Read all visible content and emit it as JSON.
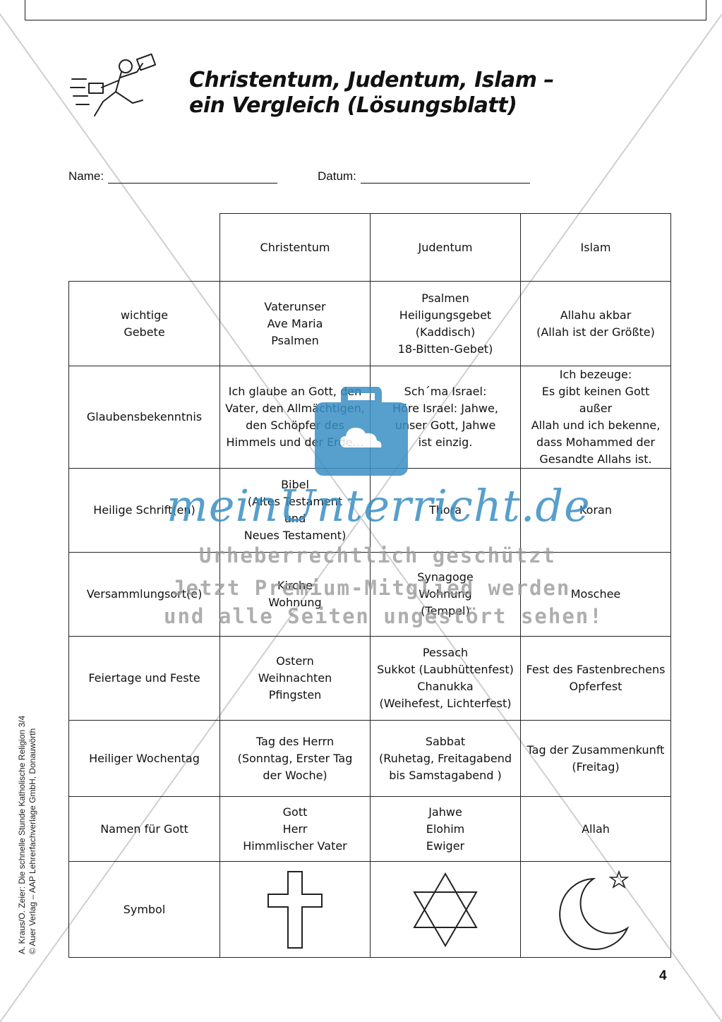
{
  "title": {
    "line1": "Christentum, Judentum, Islam –",
    "line2": "ein Vergleich (Lösungsblatt)"
  },
  "fields": {
    "name_label": "Name:",
    "date_label": "Datum:"
  },
  "table": {
    "columns": [
      "Christentum",
      "Judentum",
      "Islam"
    ],
    "rows": [
      {
        "label": "wichtige\nGebete",
        "christentum": "Vaterunser\nAve Maria\nPsalmen",
        "judentum": "Psalmen\nHeiligungsgebet\n(Kaddisch)\n18-Bitten-Gebet)",
        "islam": "Allahu akbar\n(Allah ist der Größte)"
      },
      {
        "label": "Glaubensbekenntnis",
        "christentum": "Ich glaube an Gott, den\nVater, den Allmächtigen,\nden Schöpfer des\nHimmels und der Erde…",
        "judentum": "Sch´ma Israel:\nHöre Israel: Jahwe,\nunser Gott, Jahwe\nist einzig.",
        "islam": "Ich bezeuge:\nEs gibt keinen Gott außer\nAllah und ich bekenne,\ndass Mohammed der\nGesandte Allahs ist."
      },
      {
        "label": "Heilige Schrift(en)",
        "christentum": "Bibel\n(Altes Testament\nund\nNeues Testament)",
        "judentum": "Thora",
        "islam": "Koran"
      },
      {
        "label": "Versammlungsort(e)",
        "christentum": "Kirche\nWohnung",
        "judentum": "Synagoge\nWohnung\n(Tempel)",
        "islam": "Moschee"
      },
      {
        "label": "Feiertage und Feste",
        "christentum": "Ostern\nWeihnachten\nPfingsten",
        "judentum": "Pessach\nSukkot (Laubhüttenfest)\nChanukka\n(Weihefest, Lichterfest)",
        "islam": "Fest des Fastenbrechens\nOpferfest"
      },
      {
        "label": "Heiliger Wochentag",
        "christentum": "Tag des Herrn\n(Sonntag, Erster Tag\nder Woche)",
        "judentum": "Sabbat\n(Ruhetag, Freitagabend\nbis Samstagabend )",
        "islam": "Tag der Zusammenkunft\n(Freitag)"
      },
      {
        "label": "Namen für Gott",
        "christentum": "Gott\nHerr\nHimmlischer Vater",
        "judentum": "Jahwe\nElohim\nEwiger",
        "islam": "Allah"
      }
    ],
    "symbol_row": {
      "label": "Symbol",
      "christentum_icon": "cross-icon",
      "judentum_icon": "star-of-david-icon",
      "islam_icon": "crescent-and-star-icon"
    }
  },
  "side_text": {
    "line1": "A. Kraus/O. Zeier: Die schnelle Stunde Katholische Religion 3/4",
    "line2": "© Auer Verlag – AAP Lehrerfachverlage GmbH, Donauwörth"
  },
  "page_number": "4",
  "watermark": {
    "brand": "meinUnterricht.de",
    "line1": "Urheberrechtlich geschützt",
    "line2": "Jetzt Premium-Mitglied werden",
    "line3": "und alle Seiten ungestört sehen!",
    "brand_color": "#3a8fc4"
  }
}
